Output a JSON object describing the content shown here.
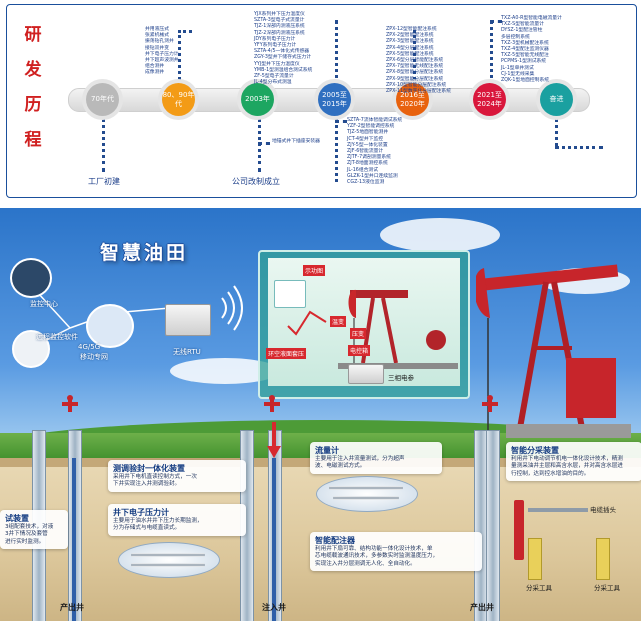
{
  "timeline": {
    "title_chars": [
      "研",
      "发",
      "历",
      "程"
    ],
    "nodes": [
      "70年代",
      "80、90年代",
      "2003年",
      "2005至2015年",
      "2016至2020年",
      "2021至2024年",
      "奋进"
    ],
    "milestones": [
      "工厂初建",
      "公司改制成立"
    ],
    "below_texts": [
      "地锚式井下插座安装器"
    ],
    "list_80_90": [
      "井用液压式",
      "张紧机械式",
      "振荡钻孔测井",
      "接钻双井变",
      "井下电子压力计",
      "井下超声波测井",
      "组合测井",
      "成像测井"
    ],
    "list_2005": [
      "YJX系列井下压力温度仪",
      "SZTA-3型电子式流量计",
      "TJZ-1深部内测液压系统",
      "TJZ-2深部内测液压系统",
      "JDY系列电子压力计",
      "YFY系列电子压力计",
      "SZTA-4/5一体化式传感器",
      "ZGY-3型井下储存式压力计",
      "YYJ型井下压力温度仪",
      "YMB-1型测温组合测试系统",
      "ZF-5型电子流量计",
      "JL-4型分布式测温"
    ],
    "list_2005_below": [
      "SZTA-7流体智能调试系统",
      "YZF-2型智能调控系统",
      "TJZ-5地面智能测井",
      "JCT-4型井下监控",
      "ZJY-5型一体化装置",
      "ZJF-6智能流量计",
      "ZJTF-7调剖测量系统",
      "ZJT-8地面测控系统",
      "JL-16组合测试",
      "GLZK-1型井口连续监测",
      "CGZ-13液位监测"
    ],
    "list_2016": [
      "ZPX-12型智能配注系统",
      "ZPX-2型智能配注系统",
      "ZPX-3型智能配注系统",
      "ZPX-4型分层配注系统",
      "ZPX-5型智能配注系统",
      "ZPX-6型分层智能配注系统",
      "ZPX-7型智能无线配注系统",
      "ZPX-8型智能分层配注系统",
      "ZPX-9型智能分层配注系统",
      "ZPX-10型智能分层配注系统",
      "ZPX-11型数字化分层配注系统"
    ],
    "list_2021": [
      "TXZ-A0-R型智能电磁流量计",
      "TXZ-S型智能流量计",
      "DYSZ-1型配注管柱",
      "多层控制系统",
      "TXZ-3型机械配注系统",
      "TXZ-4型配注监测仪器",
      "TXZ-5型智能无线配注",
      "PCPMS-1型测试系统",
      "JL-1型单井测试",
      "CJ-1型无线采集",
      "ZQK-1型地面控制系统"
    ]
  },
  "scene": {
    "title": "智慧油田",
    "center_labels": [
      "监控中心",
      "远程监控软件",
      "4G/5G",
      "移动专网",
      "无线RTU"
    ],
    "panel_labels": [
      "示功图",
      "温变",
      "压变",
      "环空液面套压",
      "电控箱",
      "三相电参"
    ],
    "boxes": {
      "flowmeter": {
        "title": "流量计",
        "lines": [
          "主要用于注入井流量测试，分为超声",
          "波、电磁测试方式。"
        ]
      },
      "survey": {
        "title": "测调验封一体化装置",
        "lines": [
          "采用井下电机直读控制方式，一次",
          "下井实现注入井测调验封。"
        ]
      },
      "pressure": {
        "title": "井下电子压力计",
        "lines": [
          "主要用于油水井井下压力长期监测，",
          "分为存储式与电缆直读式。"
        ]
      },
      "smart_inject": {
        "title": "智能配注器",
        "lines": [
          "利用井下扇可靠、结构功能一体化设计技术，单",
          "芯电缆载波通讯技术，多参数实时监测温度压力，",
          "实现注入井分层测调无人化、全自动化。"
        ]
      },
      "separator": {
        "title": "智能分采装置",
        "lines": [
          "利用井下电动调节机电一体化设计技术，精测",
          "量测采油井主层和高含水层，并对高含水层进",
          "行控制，达到控水增油的目的。"
        ]
      },
      "left_device": {
        "title": "试装置",
        "lines": [
          "3组配套技术，对液",
          "3井下情况及套管",
          "进行实时监测。"
        ]
      }
    },
    "well_names": [
      "产出井",
      "注入井",
      "产出井"
    ],
    "tool_labels": [
      "电缆插头",
      "分采工具",
      "分采工具"
    ]
  }
}
